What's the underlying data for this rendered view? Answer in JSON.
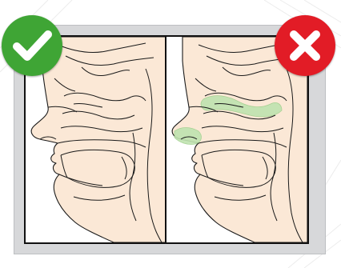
{
  "figure": {
    "panels": [
      {
        "id": "left",
        "status": "correct",
        "badge_icon": "check-icon",
        "badge_color": "#3fa535"
      },
      {
        "id": "right",
        "status": "incorrect",
        "badge_icon": "x-icon",
        "badge_color": "#e21c26",
        "highlight_color": "#bfe3b0"
      }
    ],
    "frame_color": "#d7d8da",
    "skin_color": "#fbe8d6",
    "outline_color": "#1a1a1a"
  }
}
